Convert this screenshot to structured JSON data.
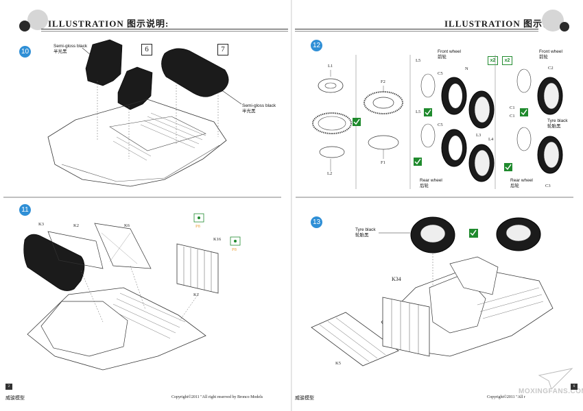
{
  "header": {
    "title_left": "ILLUSTRATION 图示说明:",
    "title_right": "ILLUSTRATION 图示说明:"
  },
  "steps": {
    "s10": {
      "number": "10",
      "box_a": "6",
      "box_b": "7",
      "paint_seat": "Semi-gloss black",
      "paint_seat_cn": "半光黑",
      "paint_cushion": "Semi-gloss black",
      "paint_cushion_cn": "半光黑"
    },
    "s11": {
      "number": "11",
      "parts": [
        "K3",
        "K2",
        "K6",
        "K16",
        "K1",
        "P8",
        "P8"
      ]
    },
    "s12": {
      "number": "12",
      "parts": [
        "L1",
        "F2",
        "L2",
        "F1",
        "L5",
        "C5",
        "N",
        "L3",
        "L5",
        "C5",
        "L4",
        "C2",
        "C1",
        "C1",
        "C3"
      ],
      "front_wheel_left": "Front wheel",
      "front_wheel_left_cn": "前轮",
      "front_wheel_right": "Front wheel",
      "front_wheel_right_cn": "前轮",
      "rear_wheel_left": "Rear wheel",
      "rear_wheel_left_cn": "后轮",
      "rear_wheel_right": "Rear wheel",
      "rear_wheel_right_cn": "后轮",
      "tyre_black": "Tyre black",
      "tyre_black_cn": "轮胎黑",
      "qty_a": "x2",
      "qty_b": "x2"
    },
    "s13": {
      "number": "13",
      "parts": [
        "K34",
        "K5"
      ],
      "tyre_black": "Tyre black",
      "tyre_black_cn": "轮胎黑"
    }
  },
  "footer": {
    "left_brand": "威骏模型",
    "left_copy": "Copyright©2011  \"All right reserved by Bronco Models",
    "left_page": "2",
    "right_brand": "威骏模型",
    "right_copy": "Copyright©2011  \"All r",
    "right_page": "6"
  },
  "watermark": "MOXINGFANS.COM",
  "colors": {
    "step_badge": "#2f8fd6",
    "check_green": "#1f8a2d",
    "callout_orange": "#e8a23a"
  }
}
